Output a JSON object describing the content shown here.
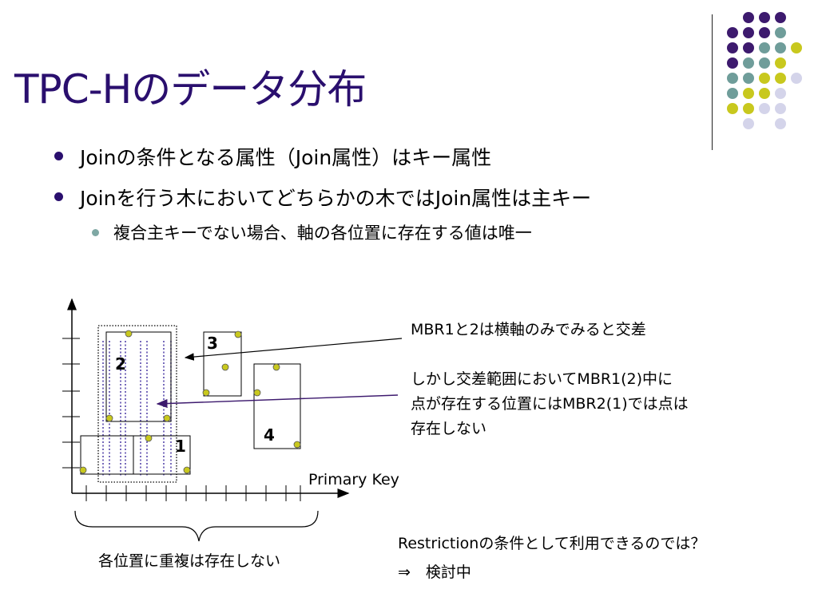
{
  "slide": {
    "title": "TPC-Hのデータ分布",
    "bullets": [
      "Joinの条件となる属性（Join属性）はキー属性",
      "Joinを行う木においてどちらかの木ではJoin属性は主キー"
    ],
    "sub_bullet": "複合主キーでない場合、軸の各位置に存在する値は唯一"
  },
  "diagram": {
    "axis_label": "Primary Key",
    "mbr_labels": [
      "1",
      "2",
      "3",
      "4"
    ],
    "annotations": {
      "intersect": "MBR1と2は横軸のみでみると交差",
      "explain": [
        "しかし交差範囲においてMBR1(2)中に",
        "点が存在する位置にはMBR2(1)では点は",
        "存在しない"
      ],
      "brace_caption": "各位置に重複は存在しない"
    },
    "footer": {
      "line1": "Restrictionの条件として利用できるのでは？",
      "line2": "⇒　検討中"
    }
  },
  "colors": {
    "title": "#2a0f6e",
    "purple": "#3d1a6e",
    "teal": "#6f9d9a",
    "yellow": "#c8c81e",
    "lavender": "#d4d4ea",
    "point": "#c8c81e",
    "guide": "#3d2a9e"
  }
}
